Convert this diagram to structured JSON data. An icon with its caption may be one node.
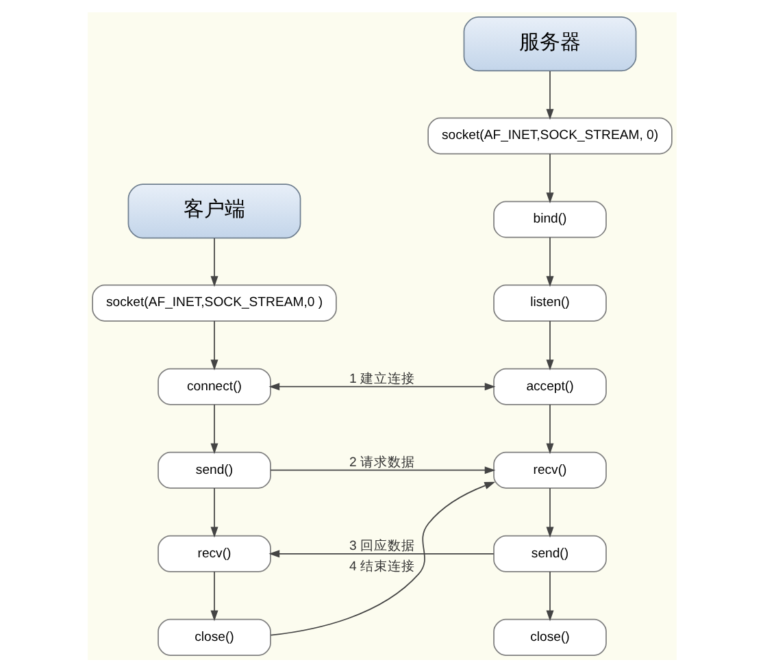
{
  "diagram": {
    "nodes": [
      {
        "text": [
          "客户端"
        ]
      },
      {
        "text": [
          "socket(AF_INET,SOCK_STREAM,0 )"
        ]
      },
      {
        "text": [
          "connect()"
        ]
      },
      {
        "text": [
          "send()"
        ]
      },
      {
        "text": [
          "recv()"
        ]
      },
      {
        "text": [
          "close()"
        ]
      },
      {
        "text": [
          "服务器"
        ]
      },
      {
        "text": [
          "socket(AF_INET,SOCK_STREAM, 0)"
        ]
      },
      {
        "text": [
          "bind()"
        ]
      },
      {
        "text": [
          "listen()"
        ]
      },
      {
        "text": [
          "accept()"
        ]
      },
      {
        "text": [
          "recv()"
        ]
      },
      {
        "text": [
          "send()"
        ]
      },
      {
        "text": [
          "close()"
        ]
      }
    ],
    "edges": [
      {
        "from": 0,
        "to": 1,
        "arrow": "to"
      },
      {
        "from": 1,
        "to": 2,
        "arrow": "to"
      },
      {
        "from": 2,
        "to": 3,
        "arrow": "to"
      },
      {
        "from": 3,
        "to": 4,
        "arrow": "to"
      },
      {
        "from": 4,
        "to": 5,
        "arrow": "to"
      },
      {
        "from": 6,
        "to": 7,
        "arrow": "to"
      },
      {
        "from": 7,
        "to": 8,
        "arrow": "to"
      },
      {
        "from": 8,
        "to": 9,
        "arrow": "to"
      },
      {
        "from": 9,
        "to": 10,
        "arrow": "to"
      },
      {
        "from": 10,
        "to": 11,
        "arrow": "to"
      },
      {
        "from": 11,
        "to": 12,
        "arrow": "to"
      },
      {
        "from": 12,
        "to": 13,
        "arrow": "to"
      },
      {
        "from": 2,
        "to": 10,
        "arrow": "both",
        "label": "1 建立连接"
      },
      {
        "from": 3,
        "to": 11,
        "arrow": "to",
        "label": "2 请求数据"
      },
      {
        "from": 12,
        "to": 4,
        "arrow": "to",
        "label": "3 回应数据"
      },
      {
        "from": 5,
        "to": 11,
        "arrow": "to",
        "label": "4 结束连接"
      }
    ]
  }
}
